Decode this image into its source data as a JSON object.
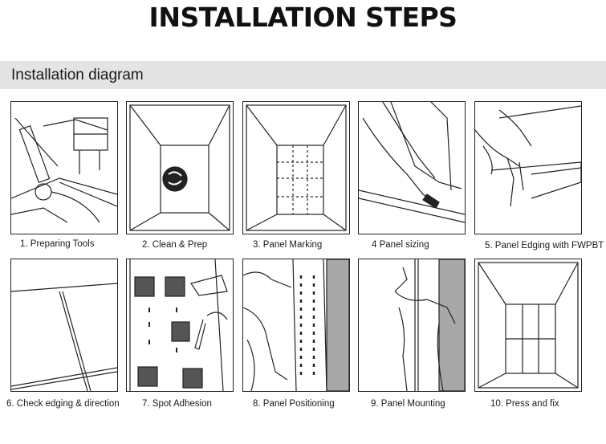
{
  "page": {
    "title": "INSTALLATION STEPS",
    "section_label": "Installation diagram"
  },
  "steps": [
    {
      "caption": "1. Preparing Tools",
      "icon": "tools-illustration"
    },
    {
      "caption": "2. Clean & Prep",
      "icon": "room-clean-illustration"
    },
    {
      "caption": "3. Panel Marking",
      "icon": "panel-marking-illustration"
    },
    {
      "caption": "4 Panel sizing",
      "icon": "panel-cutting-illustration"
    },
    {
      "caption": "5. Panel Edging with FWPBT",
      "icon": "panel-edging-illustration"
    },
    {
      "caption": "6. Check edging & direction",
      "icon": "edging-check-illustration"
    },
    {
      "caption": "7. Spot Adhesion",
      "icon": "adhesive-gun-illustration"
    },
    {
      "caption": "8. Panel Positioning",
      "icon": "panel-positioning-illustration"
    },
    {
      "caption": "9. Panel Mounting",
      "icon": "panel-mounting-illustration"
    },
    {
      "caption": "10. Press and fix",
      "icon": "press-fix-illustration"
    }
  ]
}
